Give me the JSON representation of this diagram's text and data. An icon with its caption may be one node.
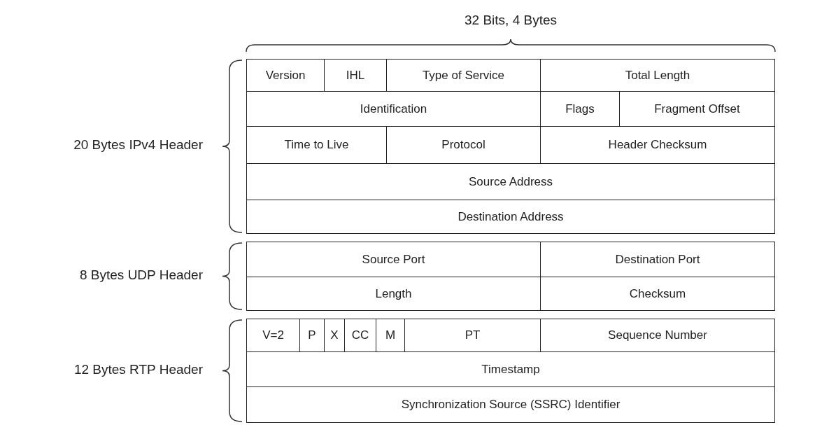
{
  "diagram": {
    "labels": [
      "32 Bits, 4 Bytes",
      "20 Bytes IPv4 Header",
      "Version",
      "IHL",
      "Type of Service",
      "Total Length",
      "Identification",
      "Flags",
      "Fragment Offset",
      "Time to Live",
      "Protocol",
      "Header Checksum",
      "Source Address",
      "Destination Address",
      "8 Bytes UDP Header",
      "Source Port",
      "Destination Port",
      "Length",
      "Checksum",
      "12 Bytes RTP Header",
      "V=2",
      "P",
      "X",
      "CC",
      "M",
      "PT",
      "Sequence Number",
      "Timestamp",
      "Synchronization Source (SSRC) Identifier"
    ]
  }
}
